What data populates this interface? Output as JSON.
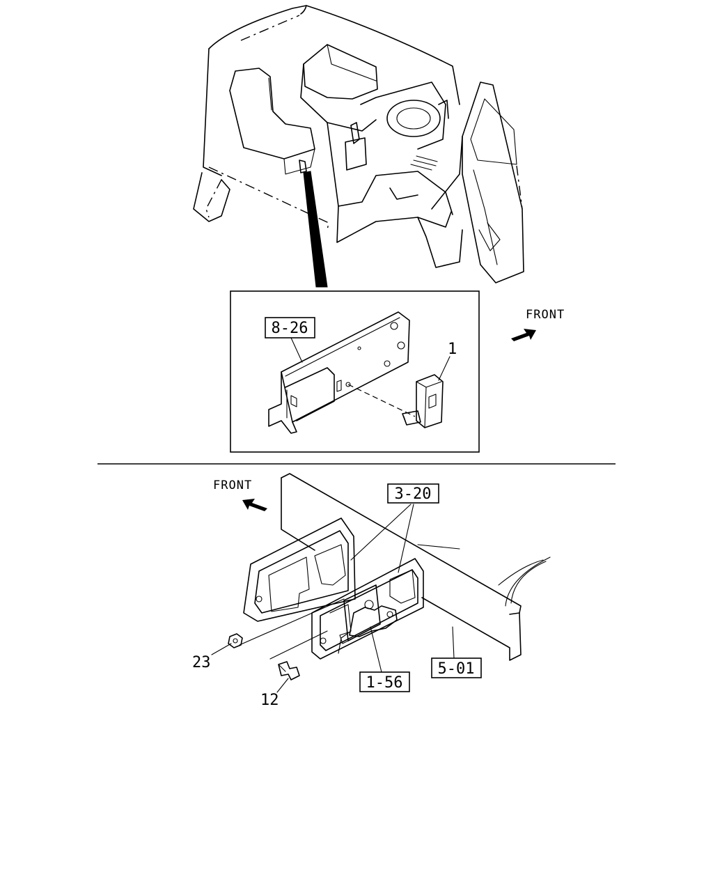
{
  "diagram": {
    "upper": {
      "ref_box_label": "8-26",
      "part_callout": "1",
      "direction_label": "FRONT"
    },
    "lower": {
      "direction_label": "FRONT",
      "ref_box_top": "3-20",
      "ref_box_valve": "1-56",
      "ref_box_frame": "5-01",
      "nut_callout": "23",
      "bolt_callout": "12"
    }
  }
}
